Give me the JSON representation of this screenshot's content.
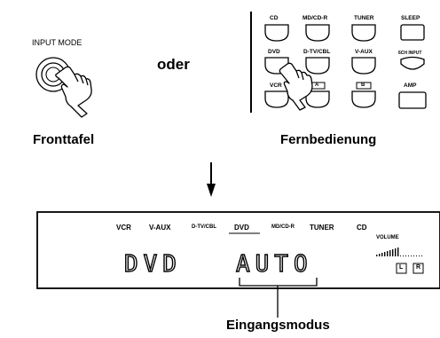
{
  "front": {
    "input_mode_label": "INPUT MODE",
    "or_label": "oder",
    "caption": "Fronttafel"
  },
  "remote": {
    "caption": "Fernbedienung",
    "row1": [
      "CD",
      "MD/CD-R",
      "TUNER",
      "SLEEP"
    ],
    "row2": [
      "DVD",
      "D-TV/CBL",
      "V-AUX",
      "6CH INPUT"
    ],
    "row3": [
      "VCR",
      "A",
      "B",
      "AMP"
    ]
  },
  "display": {
    "sources": [
      "VCR",
      "V-AUX",
      "D-TV/CBL",
      "DVD",
      "MD/CD-R",
      "TUNER",
      "CD"
    ],
    "volume_label": "VOLUME",
    "left_indicator": "L",
    "right_indicator": "R",
    "main_text": "DVD",
    "mode_text": "AUTO",
    "callout": "Eingangsmodus"
  }
}
